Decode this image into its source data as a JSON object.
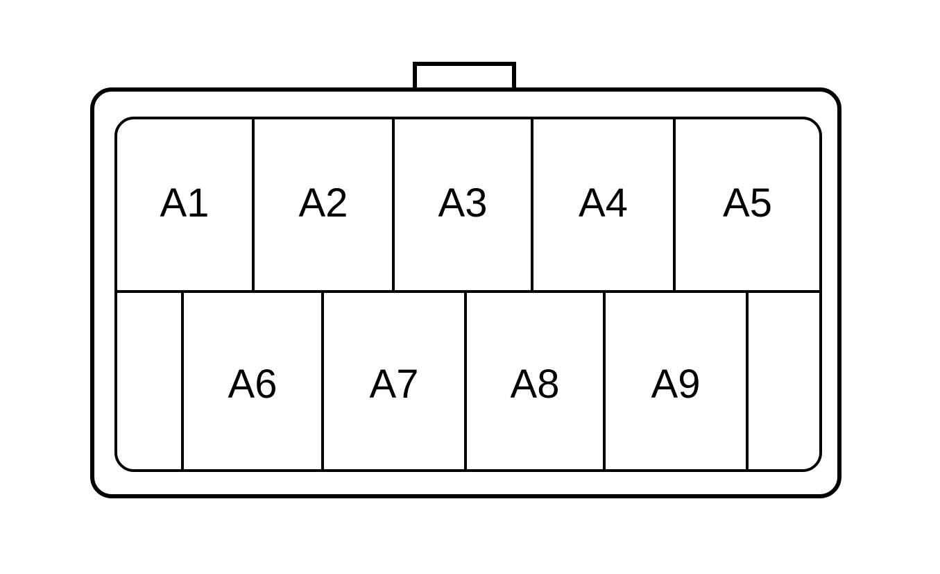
{
  "connector": {
    "top_row": [
      {
        "label": "A1"
      },
      {
        "label": "A2"
      },
      {
        "label": "A3"
      },
      {
        "label": "A4"
      },
      {
        "label": "A5"
      }
    ],
    "bottom_row": [
      {
        "label": ""
      },
      {
        "label": "A6"
      },
      {
        "label": "A7"
      },
      {
        "label": "A8"
      },
      {
        "label": "A9"
      },
      {
        "label": ""
      }
    ]
  },
  "colors": {
    "stroke": "#000000",
    "fill": "#ffffff"
  }
}
